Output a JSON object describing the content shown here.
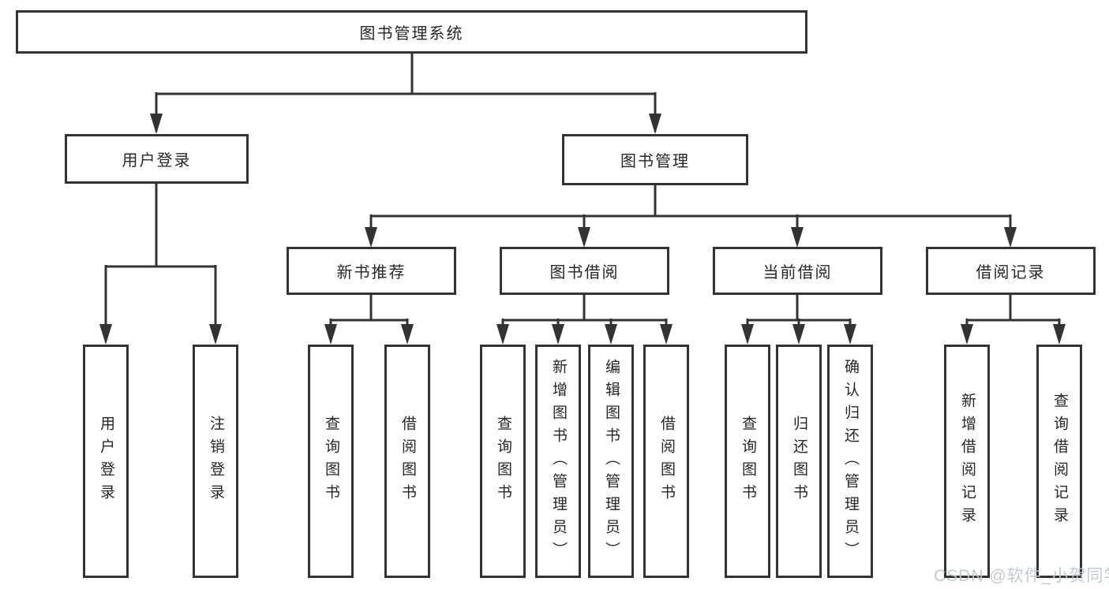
{
  "diagram": {
    "type": "hierarchy-diagram",
    "colors": {
      "line": "#333333",
      "box_border": "#333333",
      "box_background": "#ffffff",
      "text": "#262626",
      "watermark": "#c1c7ce",
      "background": "#ffffff"
    }
  },
  "tree": {
    "label": "图书管理系统",
    "children": [
      {
        "label": "用户登录",
        "children": [
          {
            "label": "用户登录"
          },
          {
            "label": "注销登录"
          }
        ]
      },
      {
        "label": "图书管理",
        "children": [
          {
            "label": "新书推荐",
            "children": [
              {
                "label": "查询图书"
              },
              {
                "label": "借阅图书"
              }
            ]
          },
          {
            "label": "图书借阅",
            "children": [
              {
                "label": "查询图书"
              },
              {
                "label": "新增图书（管理员）"
              },
              {
                "label": "编辑图书（管理员）"
              },
              {
                "label": "借阅图书"
              }
            ]
          },
          {
            "label": "当前借阅",
            "children": [
              {
                "label": "查询图书"
              },
              {
                "label": "归还图书"
              },
              {
                "label": "确认归还（管理员）"
              }
            ]
          },
          {
            "label": "借阅记录",
            "children": [
              {
                "label": "新增借阅记录"
              },
              {
                "label": "查询借阅记录"
              }
            ]
          }
        ]
      }
    ]
  },
  "watermark": {
    "text": "CSDN @软件_小贺同学"
  }
}
